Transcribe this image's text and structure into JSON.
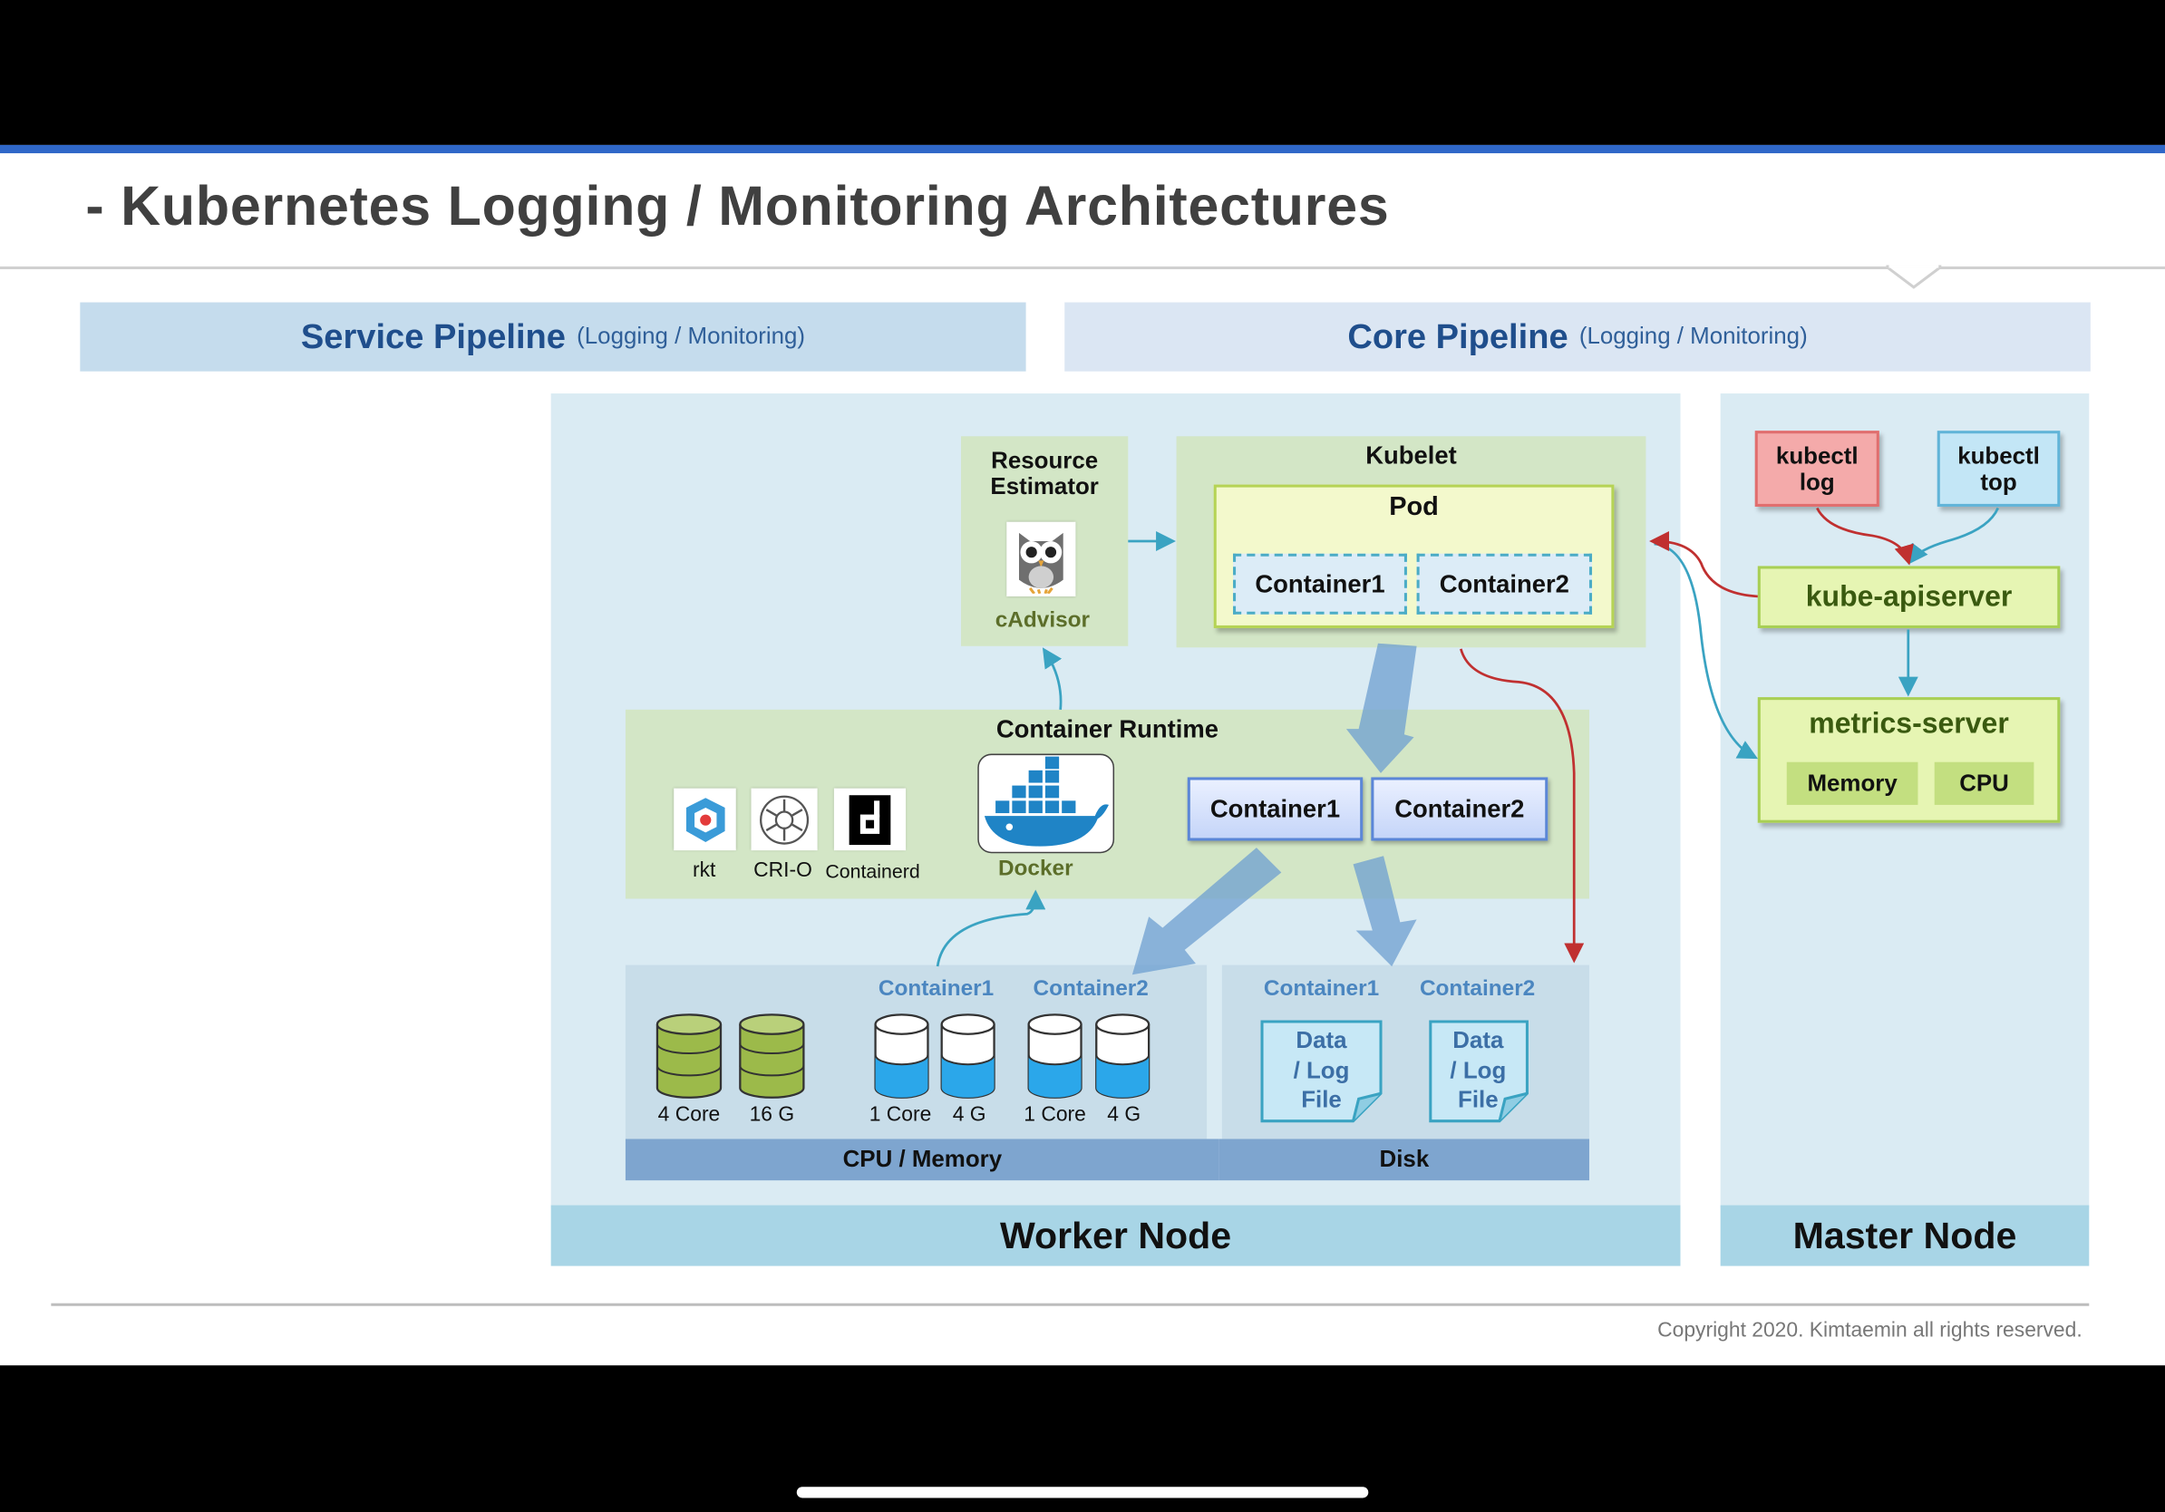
{
  "title": "- Kubernetes Logging / Monitoring Architectures",
  "service_pipeline": {
    "label": "Service Pipeline",
    "sub": "(Logging / Monitoring)"
  },
  "core_pipeline": {
    "label": "Core Pipeline",
    "sub": "(Logging / Monitoring)"
  },
  "worker_node": {
    "label": "Worker Node",
    "resource_estimator": {
      "title": "Resource\nEstimator",
      "tool": "cAdvisor"
    },
    "kubelet": {
      "label": "Kubelet",
      "pod": {
        "label": "Pod",
        "containers": [
          "Container1",
          "Container2"
        ]
      }
    },
    "container_runtime": {
      "label": "Container Runtime",
      "runtimes": [
        "rkt",
        "CRI-O",
        "Containerd"
      ],
      "docker": "Docker",
      "containers": [
        "Container1",
        "Container2"
      ]
    },
    "cpu_memory": {
      "bar_label": "CPU / Memory",
      "node_resources": [
        "4 Core",
        "16 G"
      ],
      "container_headers": [
        "Container1",
        "Container2"
      ],
      "container1_resources": [
        "1 Core",
        "4 G"
      ],
      "container2_resources": [
        "1 Core",
        "4 G"
      ]
    },
    "disk": {
      "bar_label": "Disk",
      "container_headers": [
        "Container1",
        "Container2"
      ],
      "file_label": "Data\n/ Log\nFile"
    }
  },
  "master_node": {
    "label": "Master Node",
    "kubectl_log": "kubectl\nlog",
    "kubectl_top": "kubectl\ntop",
    "apiserver": "kube-apiserver",
    "metrics_server": {
      "label": "metrics-server",
      "memory": "Memory",
      "cpu": "CPU"
    }
  },
  "colors": {
    "accent_bar": "#2f67c8",
    "pipeline_title": "#1f4e8c",
    "node_bg": "#daebf3",
    "node_label_bg": "#a8d5e6",
    "green_panel": "#d3e6c6",
    "container_blue": "#5b86d8",
    "teal_arrow": "#3aa3c2",
    "red_arrow": "#c03030",
    "kubectl_log": "#f4aaaa",
    "kubectl_top": "#c3e6f6",
    "lime": "#e6f5b3",
    "bar_blue": "#7ea5cf"
  },
  "icons": [
    "owl-icon",
    "rkt-icon",
    "crio-icon",
    "containerd-icon",
    "docker-whale-icon",
    "database-cylinder-icon",
    "document-file-icon"
  ],
  "copyright": "Copyright 2020. Kimtaemin all rights reserved."
}
